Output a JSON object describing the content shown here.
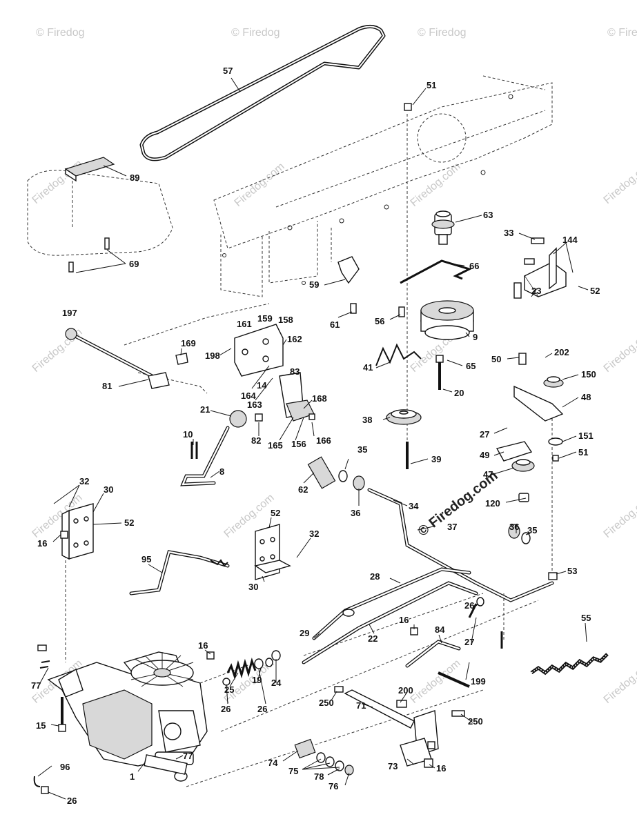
{
  "watermark": {
    "text": "© Firedog",
    "site": "Firedog.com",
    "center_text": "© Firedog.com"
  },
  "callouts": [
    "57",
    "51",
    "89",
    "63",
    "33",
    "144",
    "69",
    "66",
    "59",
    "52",
    "23",
    "197",
    "161",
    "159",
    "158",
    "61",
    "56",
    "9",
    "198",
    "169",
    "162",
    "41",
    "65",
    "50",
    "202",
    "150",
    "164",
    "14",
    "83",
    "81",
    "163",
    "168",
    "48",
    "20",
    "21",
    "38",
    "27",
    "10",
    "82",
    "165",
    "156",
    "166",
    "151",
    "51",
    "39",
    "49",
    "35",
    "8",
    "62",
    "47",
    "32",
    "30",
    "52",
    "36",
    "34",
    "120",
    "16",
    "37",
    "36",
    "35",
    "52",
    "32",
    "95",
    "30",
    "28",
    "53",
    "26",
    "55",
    "16",
    "84",
    "29",
    "22",
    "27",
    "16",
    "25",
    "19",
    "24",
    "199",
    "77",
    "26",
    "26",
    "200",
    "250",
    "15",
    "71",
    "250",
    "96",
    "77",
    "74",
    "75",
    "78",
    "73",
    "16",
    "76",
    "1",
    "26"
  ]
}
